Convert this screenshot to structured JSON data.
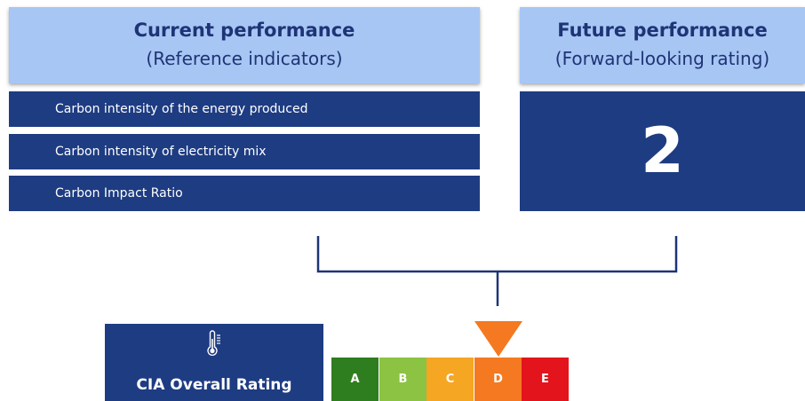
{
  "current": {
    "title": "Current performance",
    "subtitle": "(Reference indicators)",
    "indicators": [
      "Carbon intensity of the energy produced",
      "Carbon intensity of electricity mix",
      "Carbon Impact Ratio"
    ]
  },
  "future": {
    "title": "Future performance",
    "subtitle": "(Forward-looking rating)",
    "rating": "2"
  },
  "overall": {
    "label": "CIA Overall Rating",
    "icon": "thermometer-icon",
    "selected": "D",
    "scale": [
      {
        "letter": "A",
        "color": "#2e7d1f"
      },
      {
        "letter": "B",
        "color": "#8cc342"
      },
      {
        "letter": "C",
        "color": "#f5a623"
      },
      {
        "letter": "D",
        "color": "#f47920"
      },
      {
        "letter": "E",
        "color": "#e3141c"
      }
    ]
  },
  "colors": {
    "header_bg": "#a7c6f4",
    "header_text": "#1e3476",
    "box_bg": "#1e3c82",
    "pointer": "#f47920"
  }
}
